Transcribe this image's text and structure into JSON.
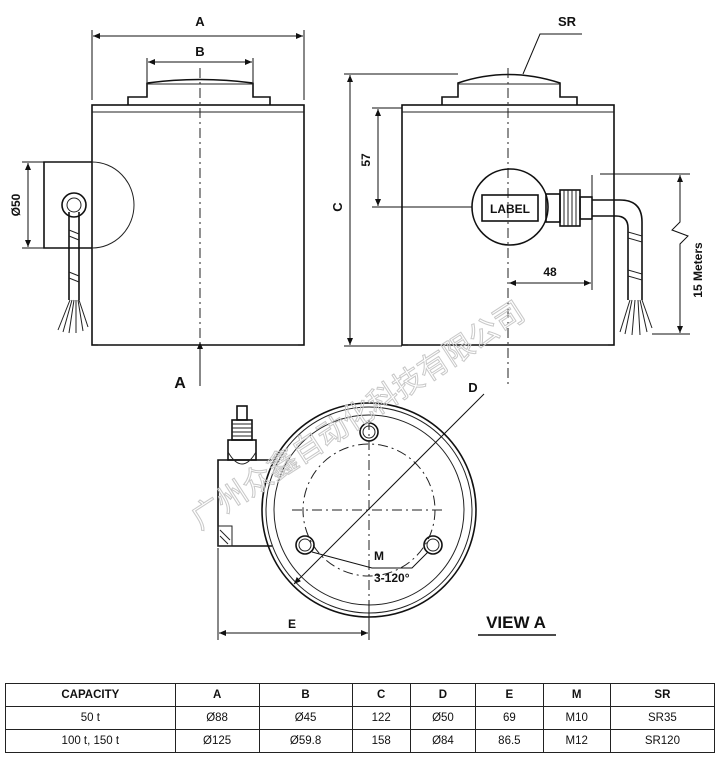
{
  "drawing": {
    "labels": {
      "dim_a": "A",
      "dim_b": "B",
      "dim_c": "C",
      "dim_d": "D",
      "dim_e": "E",
      "dim_m": "M",
      "dim_sr": "SR",
      "dia_50": "Ø50",
      "dim_57": "57",
      "dim_48": "48",
      "cable_length": "15 Meters",
      "label_tag": "LABEL",
      "section_a": "A",
      "holes": "3-120°",
      "view_title": "VIEW A"
    },
    "watermark": "广州众鑫自动化科技有限公司"
  },
  "table": {
    "headers": [
      "CAPACITY",
      "A",
      "B",
      "C",
      "D",
      "E",
      "M",
      "SR"
    ],
    "rows": [
      [
        "50 t",
        "Ø88",
        "Ø45",
        "122",
        "Ø50",
        "69",
        "M10",
        "SR35"
      ],
      [
        "100 t, 150 t",
        "Ø125",
        "Ø59.8",
        "158",
        "Ø84",
        "86.5",
        "M12",
        "SR120"
      ]
    ]
  }
}
